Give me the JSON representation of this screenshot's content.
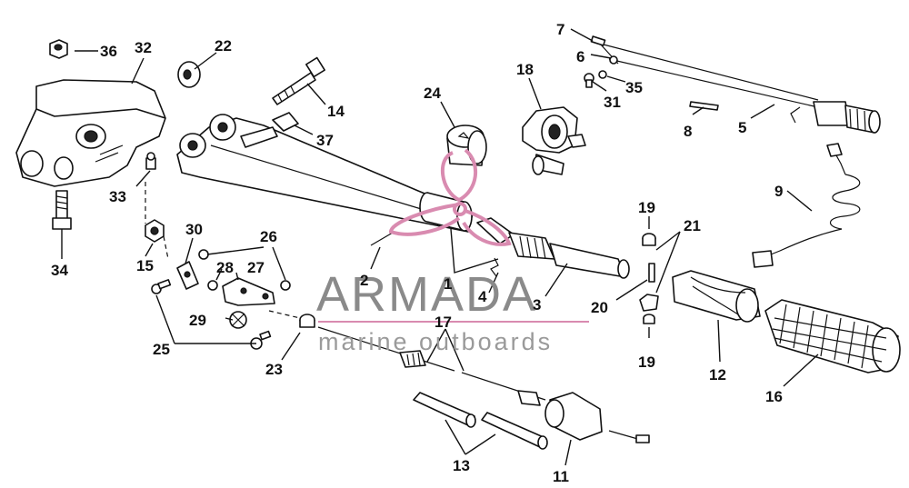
{
  "diagram": {
    "type": "exploded-parts-diagram",
    "callouts": [
      "1",
      "2",
      "3",
      "4",
      "5",
      "6",
      "7",
      "8",
      "9",
      "11",
      "12",
      "13",
      "14",
      "15",
      "16",
      "17",
      "18",
      "19",
      "19",
      "20",
      "21",
      "22",
      "23",
      "24",
      "25",
      "26",
      "27",
      "28",
      "29",
      "30",
      "31",
      "32",
      "33",
      "34",
      "35",
      "36",
      "37"
    ]
  },
  "watermark": {
    "brand": "ARMADA",
    "tagline": "marine outboards",
    "logo_color": "#d98bb0",
    "text_color": "#8a8a8a"
  }
}
